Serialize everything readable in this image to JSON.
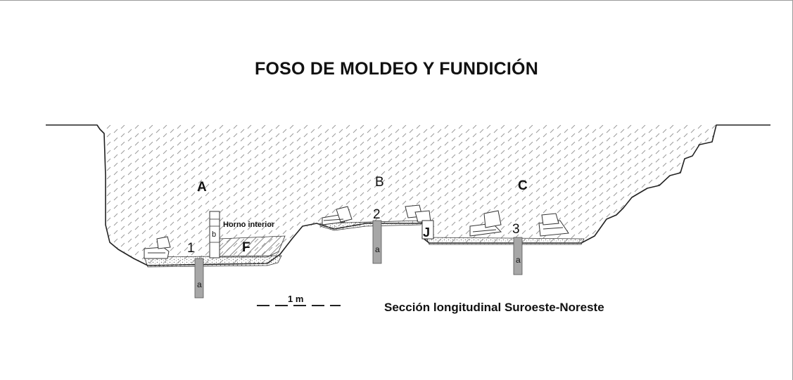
{
  "diagram": {
    "title": "FOSO DE MOLDEO Y FUNDICIÓN",
    "caption": "Sección longitudinal Suroeste-Noreste",
    "scale_label": "1 m",
    "furnace_label": "Horno interior",
    "zones": [
      "A",
      "B",
      "C"
    ],
    "fill_labels": [
      "F",
      "J"
    ],
    "pit_numbers": [
      "1",
      "2",
      "3"
    ],
    "post_labels": [
      "a",
      "b"
    ],
    "colors": {
      "outline": "#222222",
      "post_fill": "#a7a7a7",
      "hatch": "#8a8a8a",
      "frame": "#9a9a9a"
    }
  }
}
